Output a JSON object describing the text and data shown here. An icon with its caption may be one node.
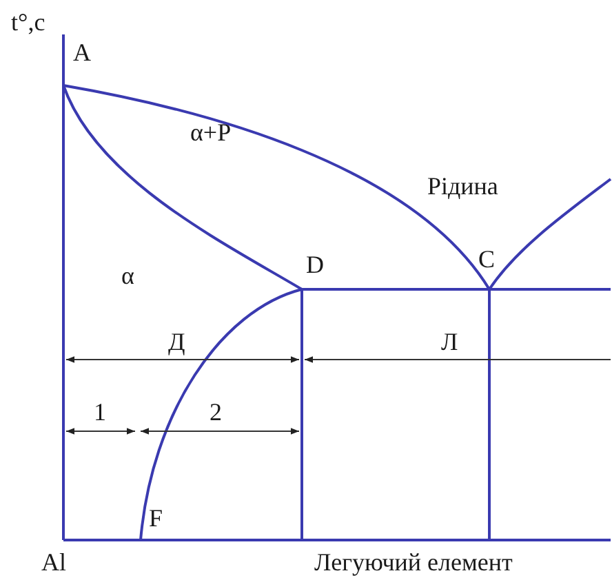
{
  "diagram": {
    "labels": [
      "t°,с",
      "A",
      "α+Р",
      "Рідина",
      "C",
      "α",
      "D",
      "Д",
      "Л",
      "1",
      "2",
      "F",
      "Al",
      "Легуючий елемент"
    ]
  }
}
